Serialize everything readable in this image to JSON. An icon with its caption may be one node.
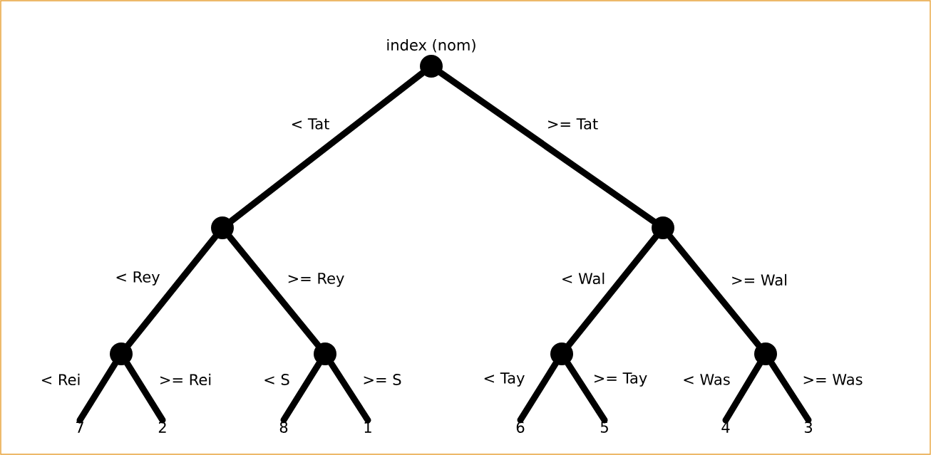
{
  "diagram": {
    "nodes": [
      {
        "text": [
          "index (nom)"
        ]
      },
      {
        "text": [],
        "shape": "circle"
      },
      {
        "text": [],
        "shape": "circle"
      },
      {
        "text": [],
        "shape": "circle"
      },
      {
        "text": [],
        "shape": "circle"
      },
      {
        "text": [],
        "shape": "circle"
      },
      {
        "text": [],
        "shape": "circle"
      },
      {
        "text": [
          "7"
        ]
      },
      {
        "text": [
          "2"
        ]
      },
      {
        "text": [
          "8"
        ]
      },
      {
        "text": [
          "1"
        ]
      },
      {
        "text": [
          "6"
        ]
      },
      {
        "text": [
          "5"
        ]
      },
      {
        "text": [
          "4"
        ]
      },
      {
        "text": [
          "3"
        ]
      }
    ],
    "edges": [
      {
        "from": 0,
        "to": 1,
        "arrow": "none",
        "label": "< Tat"
      },
      {
        "from": 0,
        "to": 2,
        "arrow": "none",
        "label": ">= Tat"
      },
      {
        "from": 1,
        "to": 3,
        "arrow": "none",
        "label": "< Rey"
      },
      {
        "from": 1,
        "to": 4,
        "arrow": "none",
        "label": ">= Rey"
      },
      {
        "from": 2,
        "to": 5,
        "arrow": "none",
        "label": "< Wal"
      },
      {
        "from": 2,
        "to": 6,
        "arrow": "none",
        "label": ">= Wal"
      },
      {
        "from": 3,
        "to": 7,
        "arrow": "none",
        "label": "< Rei"
      },
      {
        "from": 3,
        "to": 8,
        "arrow": "none",
        "label": ">= Rei"
      },
      {
        "from": 4,
        "to": 9,
        "arrow": "none",
        "label": "< S"
      },
      {
        "from": 4,
        "to": 10,
        "arrow": "none",
        "label": ">= S"
      },
      {
        "from": 5,
        "to": 11,
        "arrow": "none",
        "label": "< Tay"
      },
      {
        "from": 5,
        "to": 12,
        "arrow": "none",
        "label": ">= Tay"
      },
      {
        "from": 6,
        "to": 13,
        "arrow": "none",
        "label": "< Was"
      },
      {
        "from": 6,
        "to": 14,
        "arrow": "none",
        "label": ">= Was"
      }
    ]
  }
}
